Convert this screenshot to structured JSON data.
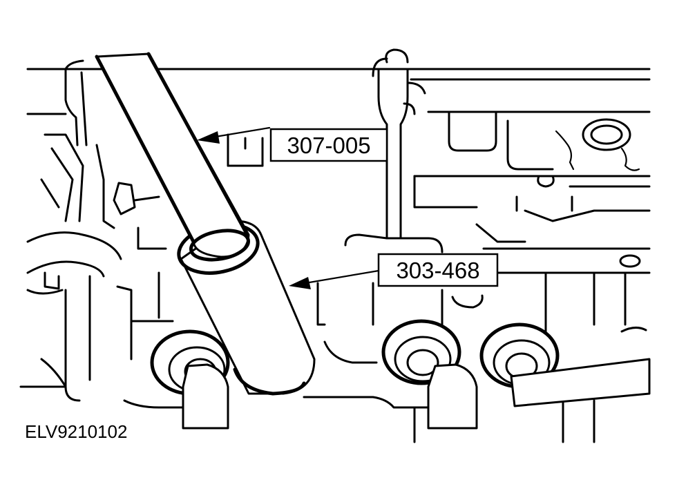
{
  "callouts": {
    "tool_1": "307-005",
    "tool_2": "303-468"
  },
  "figure_ref": "ELV9210102",
  "colors": {
    "line": "#000000",
    "background": "#ffffff"
  }
}
